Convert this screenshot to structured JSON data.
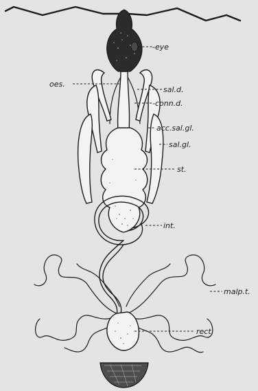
{
  "labels": {
    "eye": "-eye",
    "oes": "oes.",
    "sal_d": "sal.d.",
    "conn_d": "-conn.d.",
    "acc_sal_gl": "acc.sal.gl.",
    "sal_gl": "sal.gl.",
    "st": "st.",
    "int": "int.",
    "malp_t": "malp.t.",
    "rect": "rect."
  },
  "colors": {
    "ink": "#1a1a1a",
    "paper": "#e4e5e2",
    "head": "#2b2b2b"
  }
}
